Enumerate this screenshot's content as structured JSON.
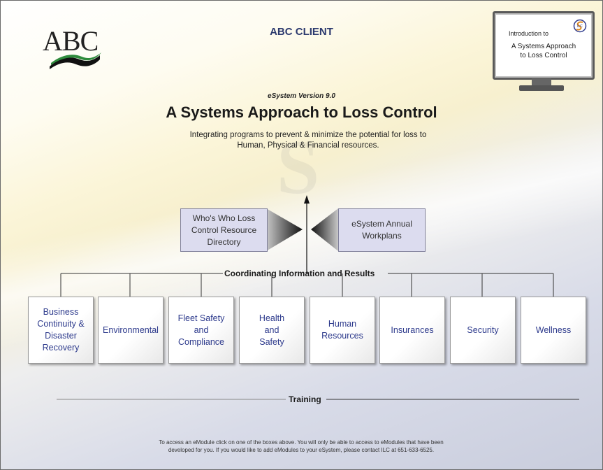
{
  "header": {
    "logo_text": "ABC",
    "client_name": "ABC CLIENT"
  },
  "monitor": {
    "intro": "Introduction to",
    "title_line1": "A Systems Approach",
    "title_line2": "to Loss Control",
    "badge": "ILC"
  },
  "hero": {
    "version": "eSystem Version 9.0",
    "title": "A Systems Approach to Loss Control",
    "subtitle_line1": "Integrating programs to prevent & minimize the potential for loss to",
    "subtitle_line2": "Human, Physical & Financial resources."
  },
  "side_boxes": {
    "left_lines": [
      "Who's Who Loss",
      "Control Resource",
      "Directory"
    ],
    "right_lines": [
      "eSystem Annual",
      "Workplans"
    ]
  },
  "coordinating_label": "Coordinating Information and Results",
  "modules": [
    {
      "lines": [
        "Business",
        "Continuity &",
        "Disaster",
        "Recovery"
      ]
    },
    {
      "lines": [
        "Environmental"
      ]
    },
    {
      "lines": [
        "Fleet Safety",
        "and",
        "Compliance"
      ]
    },
    {
      "lines": [
        "Health",
        "and",
        "Safety"
      ]
    },
    {
      "lines": [
        "Human",
        "Resources"
      ]
    },
    {
      "lines": [
        "Insurances"
      ]
    },
    {
      "lines": [
        "Security"
      ]
    },
    {
      "lines": [
        "Wellness"
      ]
    }
  ],
  "training_label": "Training",
  "footer": {
    "line1": "To access an eModule click on one of the boxes above.  You will only be able to access to eModules that have been",
    "line2": "developed for you.  If you would like to add eModules to your eSystem, please contact ILC at 651-633-6525."
  },
  "colors": {
    "module_text": "#2d3a8c",
    "client_text": "#2c3a6e",
    "logo_green": "#2e8b3c"
  }
}
